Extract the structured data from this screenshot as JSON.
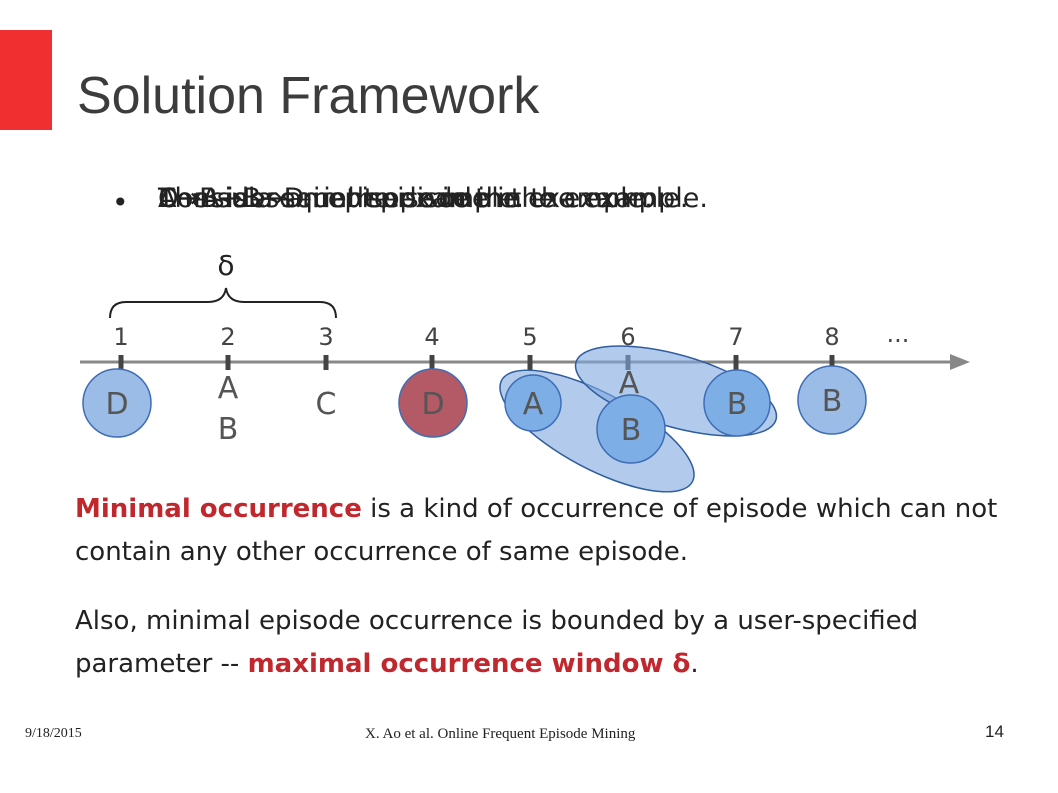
{
  "title": "Solution Framework",
  "bullets": [
    "Consider an episode in the example.",
    "The subsequent episode in the example.",
    "A→B is a serial episode in the example.",
    "D→A→B→D in the example."
  ],
  "delta_label": "δ",
  "timeline": {
    "ticks": [
      "1",
      "2",
      "3",
      "4",
      "5",
      "6",
      "7",
      "8",
      "..."
    ],
    "events": [
      {
        "label": "D",
        "fill": "#9bbce6"
      },
      {
        "label": "A",
        "fill": "none"
      },
      {
        "label": "B",
        "fill": "none"
      },
      {
        "label": "C",
        "fill": "none"
      },
      {
        "label": "D",
        "fill": "#b35a66"
      },
      {
        "label": "A",
        "fill": "#7eaee6"
      },
      {
        "label": "A",
        "fill": "none"
      },
      {
        "label": "B",
        "fill": "#7eaee6"
      },
      {
        "label": "B",
        "fill": "#7eaee6"
      },
      {
        "label": "B",
        "fill": "#9bbce6"
      }
    ]
  },
  "para1": {
    "highlight": "Minimal occurrence",
    "rest": " is a kind of occurrence of episode which can not contain any other occurrence of same episode."
  },
  "para2": {
    "before": "Also, minimal episode occurrence is bounded by a user-specified parameter -- ",
    "highlight": "maximal occurrence window δ",
    "after": "."
  },
  "footer": {
    "date": "9/18/2015",
    "title": "X. Ao et al. Online Frequent Episode Mining",
    "page": "14"
  },
  "colors": {
    "accent": "#f03030",
    "highlight_text": "#c0282e",
    "ellipse_fill": "#7ea8df",
    "node_blue": "#9bbce6",
    "node_red": "#b35a66"
  }
}
